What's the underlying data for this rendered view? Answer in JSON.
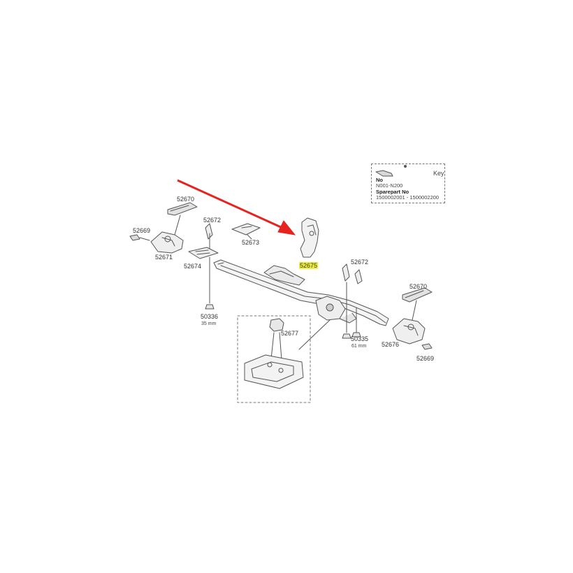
{
  "parts": {
    "p52670_left": "52670",
    "p52669_left": "52669",
    "p52671": "52671",
    "p52672_left": "52672",
    "p52673": "52673",
    "p52674": "52674",
    "p50336": "50336",
    "p50336_len": "35 mm",
    "p52675": "52675",
    "p52672_right": "52672",
    "p52670_right": "52670",
    "p52677": "52677",
    "p50335": "50335",
    "p50335_len": "61 mm",
    "p52676": "52676",
    "p52669_right": "52669"
  },
  "key_box": {
    "title": "Key",
    "no_label": "No",
    "no_value": "N001-N200",
    "sparepart_label": "Sparepart No",
    "sparepart_value": "1500002001 - 1500002200"
  },
  "colors": {
    "arrow": "#e8231f",
    "highlight": "#f2ee3a",
    "line": "#555555"
  }
}
